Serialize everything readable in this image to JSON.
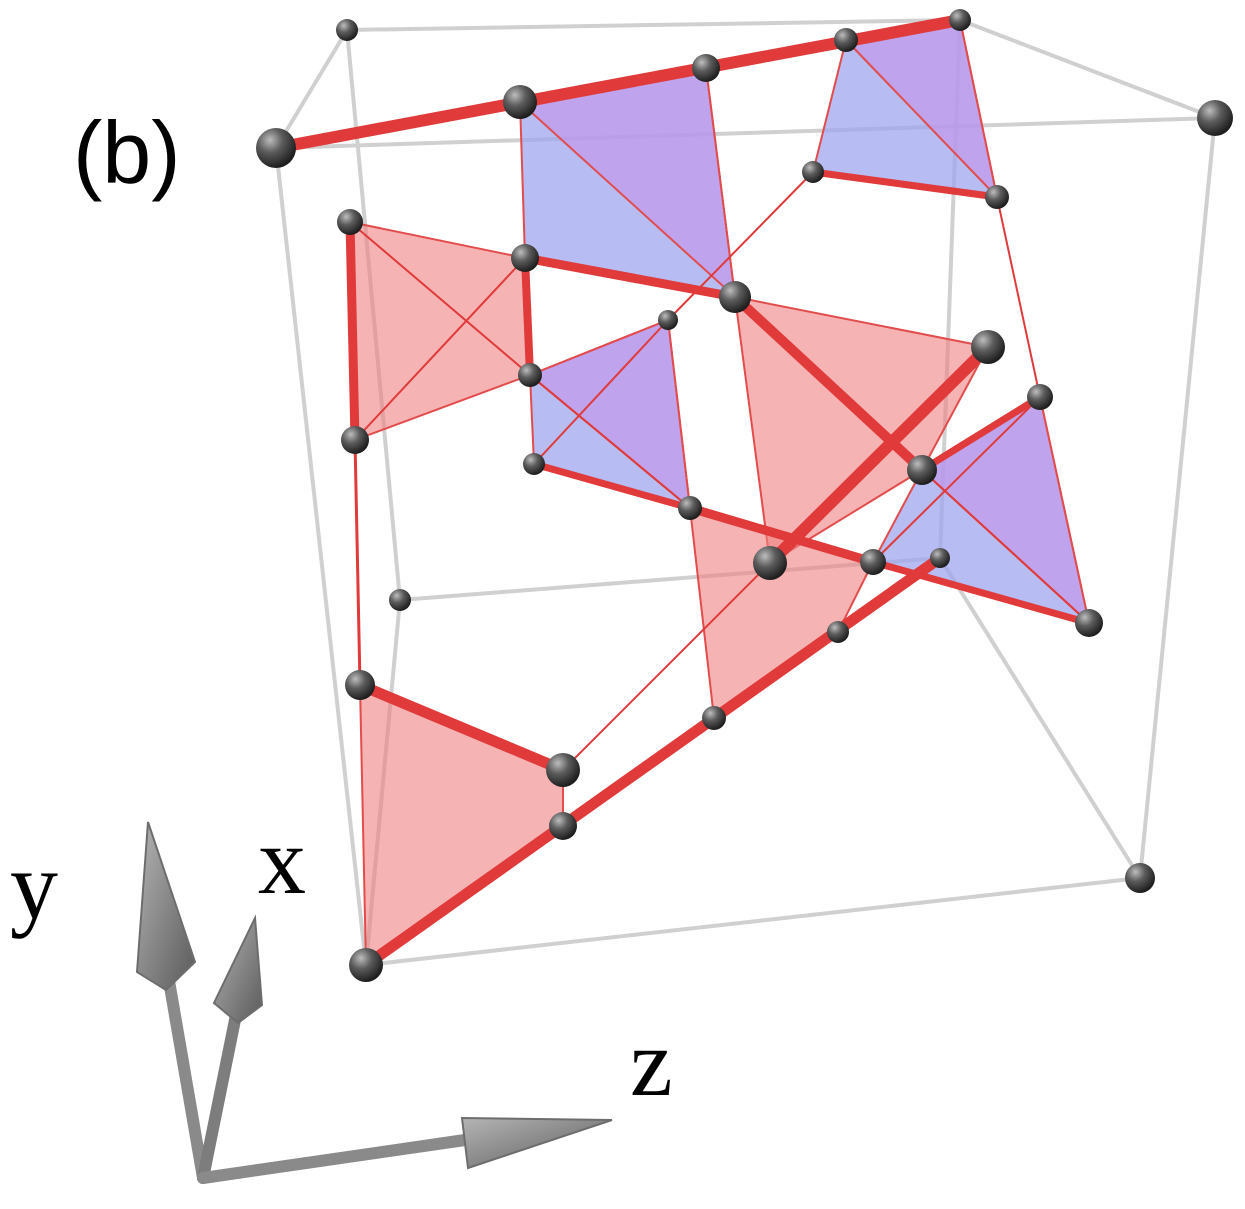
{
  "panel_label": "(b)",
  "axes": {
    "x_label": "x",
    "y_label": "y",
    "z_label": "z"
  },
  "colors": {
    "red_face": "#f08080",
    "blue_face": "#9fa6ee",
    "violet_face": "#c792ea",
    "bond": "#e03a3a",
    "atom": "#555555",
    "cell_edge": "#cfcfcf",
    "axis_arrow": "#8a8a8a"
  }
}
